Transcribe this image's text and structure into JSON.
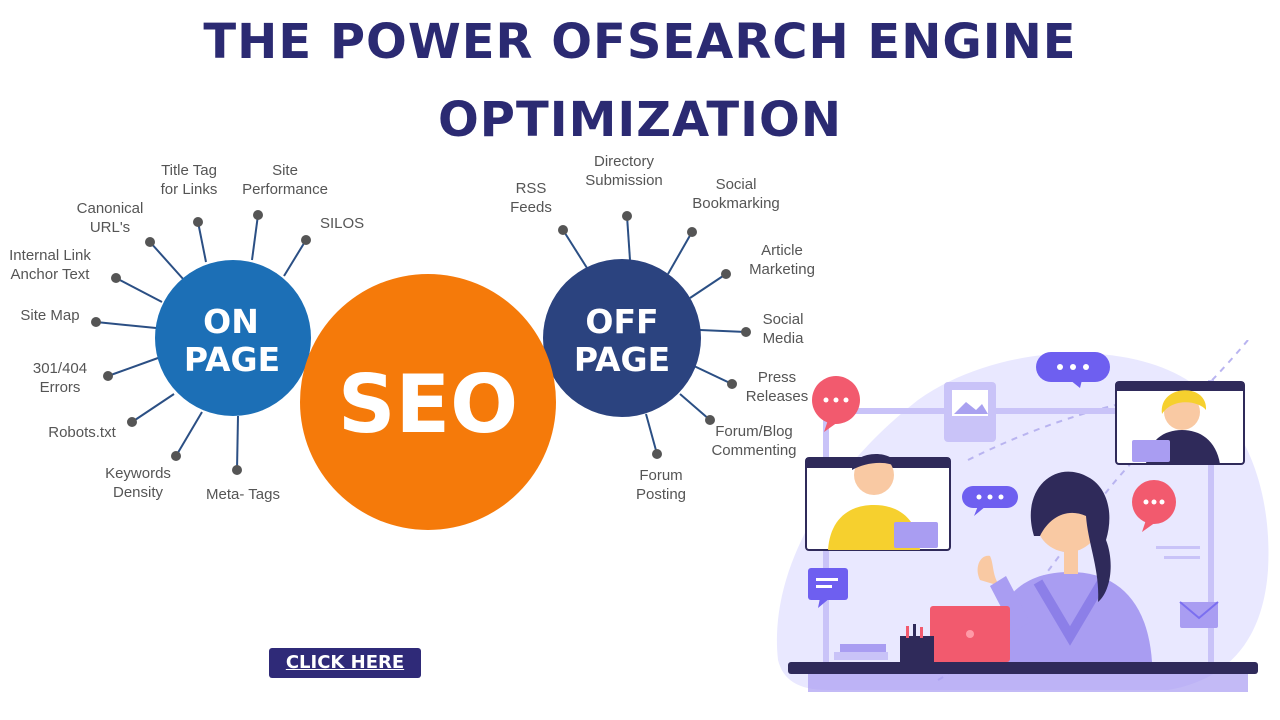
{
  "title": {
    "line1": "THE POWER OFSEARCH ENGINE",
    "line2": "OPTIMIZATION"
  },
  "center": {
    "label": "SEO",
    "color": "#f57a0a"
  },
  "on_page": {
    "label_line1": "ON",
    "label_line2": "PAGE",
    "color": "#1c6fb6",
    "items": [
      {
        "lines": [
          "Title Tag",
          "for Links"
        ]
      },
      {
        "lines": [
          "Site",
          "Performance"
        ]
      },
      {
        "lines": [
          "SILOS"
        ]
      },
      {
        "lines": [
          "Canonical",
          "URL's"
        ]
      },
      {
        "lines": [
          "Internal Link",
          "Anchor Text"
        ]
      },
      {
        "lines": [
          "Site Map"
        ]
      },
      {
        "lines": [
          "301/404",
          "Errors"
        ]
      },
      {
        "lines": [
          "Robots.txt"
        ]
      },
      {
        "lines": [
          "Keywords",
          "Density"
        ]
      },
      {
        "lines": [
          "Meta- Tags"
        ]
      }
    ]
  },
  "off_page": {
    "label_line1": "OFF",
    "label_line2": "PAGE",
    "color": "#2b437f",
    "items": [
      {
        "lines": [
          "RSS",
          "Feeds"
        ]
      },
      {
        "lines": [
          "Directory",
          "Submission"
        ]
      },
      {
        "lines": [
          "Social",
          "Bookmarking"
        ]
      },
      {
        "lines": [
          "Article",
          "Marketing"
        ]
      },
      {
        "lines": [
          "Social",
          "Media"
        ]
      },
      {
        "lines": [
          "Press",
          "Releases"
        ]
      },
      {
        "lines": [
          "Forum/Blog",
          "Commenting"
        ]
      },
      {
        "lines": [
          "Forum",
          "Posting"
        ]
      }
    ]
  },
  "cta": {
    "label": "CLICK HERE"
  },
  "colors": {
    "title": "#2b2a72",
    "connector": "#2b4f84",
    "dot": "#555555",
    "illustration_bg": "#e9e8ff",
    "accent_purple": "#7b6ff0",
    "accent_pink": "#f25a6e"
  }
}
